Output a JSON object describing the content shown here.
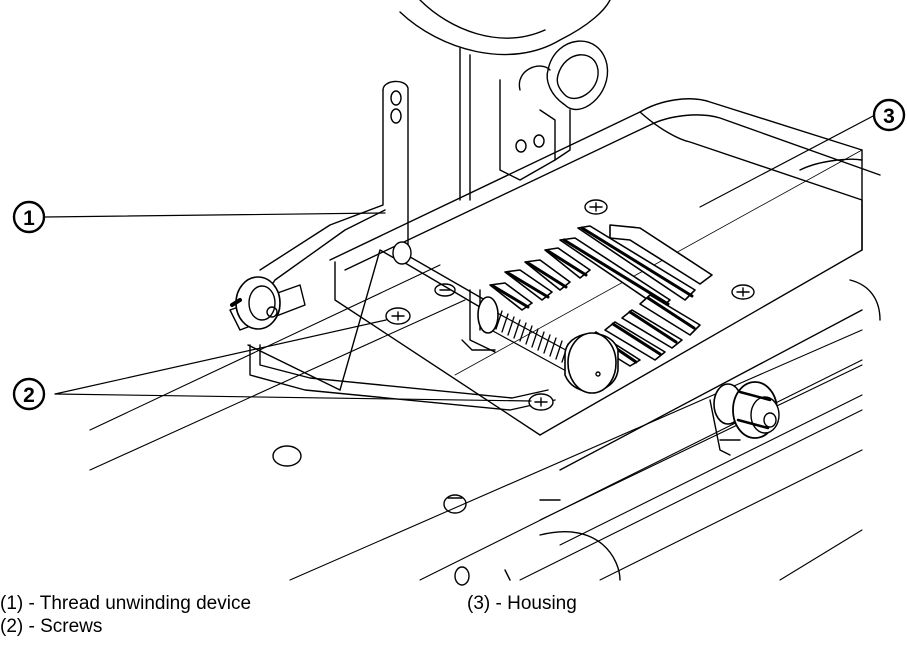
{
  "callouts": [
    {
      "id": "1",
      "label": "1"
    },
    {
      "id": "2",
      "label": "2"
    },
    {
      "id": "3",
      "label": "3"
    }
  ],
  "legend": {
    "item1": "(1) - Thread unwinding device",
    "item2": "(2) - Screws",
    "item3": "(3) - Housing"
  },
  "colors": {
    "line": "#000000",
    "background": "#ffffff",
    "shade": "#d9d9d9"
  }
}
